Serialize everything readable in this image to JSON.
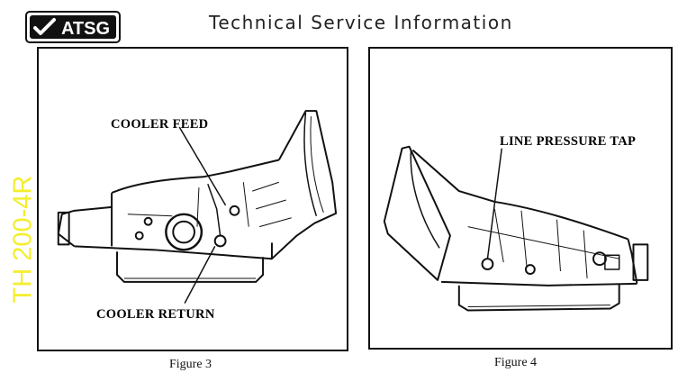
{
  "header": {
    "logo_text": "ATSG",
    "title": "Technical Service Information"
  },
  "side_label": "TH 200-4R",
  "figures": [
    {
      "caption": "Figure 3",
      "callouts": {
        "cooler_feed": "COOLER FEED",
        "cooler_return": "COOLER RETURN"
      }
    },
    {
      "caption": "Figure 4",
      "callouts": {
        "line_pressure_tap": "LINE PRESSURE TAP"
      }
    }
  ],
  "colors": {
    "side_label": "#f4ee2e",
    "ink": "#111111"
  }
}
